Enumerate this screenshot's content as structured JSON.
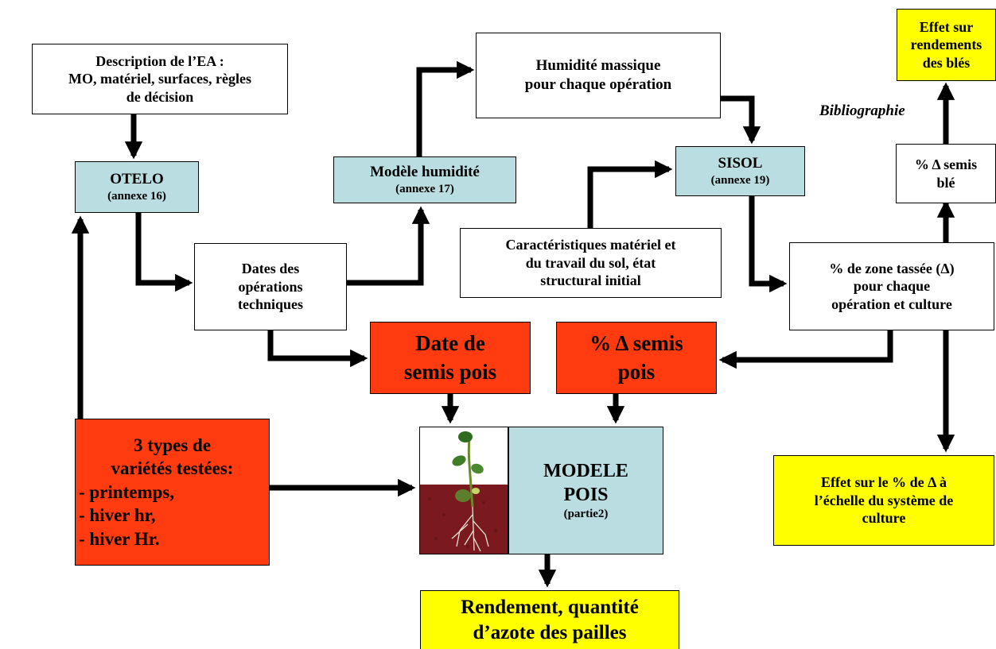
{
  "boxes": {
    "description": [
      "Description de l’EA :",
      "MO, matériel, surfaces, règles",
      "de décision"
    ],
    "otelo": {
      "title": "OTELO",
      "sub": "(annexe 16)"
    },
    "modele_humidite": {
      "title": "Modèle humidité",
      "sub": "(annexe 17)"
    },
    "humidite_massique": [
      "Humidité massique",
      "pour chaque opération"
    ],
    "sisol": {
      "title": "SISOL",
      "sub": "(annexe 19)"
    },
    "caracteristiques": [
      "Caractéristiques matériel et",
      "du travail du sol, état",
      "structural initial"
    ],
    "dates_operations": [
      "Dates des",
      "opérations",
      "techniques"
    ],
    "zone_tassee": [
      "% de zone tassée (Δ)",
      "pour chaque",
      "opération et culture"
    ],
    "semis_ble": [
      "%  Δ semis",
      "blé"
    ],
    "effet_rendements": [
      "Effet sur",
      "rendements",
      "des blés"
    ],
    "date_semis_pois": [
      "Date de",
      "semis pois"
    ],
    "pct_semis_pois": [
      "%  Δ semis",
      "pois"
    ],
    "varietes": [
      "3 types de",
      "variétés testées:",
      "- printemps,",
      "- hiver hr,",
      "- hiver Hr."
    ],
    "modele_pois": {
      "title1": "MODELE",
      "title2": "POIS",
      "sub": "(partie2)"
    },
    "effet_pct": [
      "Effet sur le % de Δ à",
      "l’échelle du système de",
      "culture"
    ],
    "rendement_azote": [
      "Rendement, quantité",
      "d’azote des pailles"
    ]
  },
  "labels": {
    "bibliographie": "Bibliographie"
  },
  "colors": {
    "cyan": "#b9dde0",
    "red": "#ff3b0f",
    "yellow": "#ffff00",
    "soil": "#7a1a1f"
  }
}
